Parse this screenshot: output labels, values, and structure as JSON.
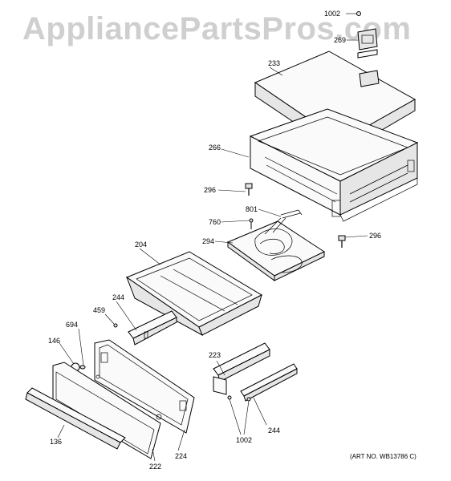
{
  "watermark": "AppliancePartsPros.com",
  "art_number": "(ART NO. WB13786 C)",
  "labels": {
    "p1002_top": "1002",
    "p269": "269",
    "p233": "233",
    "p266": "266",
    "p296_left": "296",
    "p801": "801",
    "p760": "760",
    "p294": "294",
    "p296_right": "296",
    "p204": "204",
    "p459": "459",
    "p244_left": "244",
    "p694": "694",
    "p146": "146",
    "p223": "223",
    "p136": "136",
    "p222": "222",
    "p224": "224",
    "p1002_bottom": "1002",
    "p244_right": "244"
  }
}
